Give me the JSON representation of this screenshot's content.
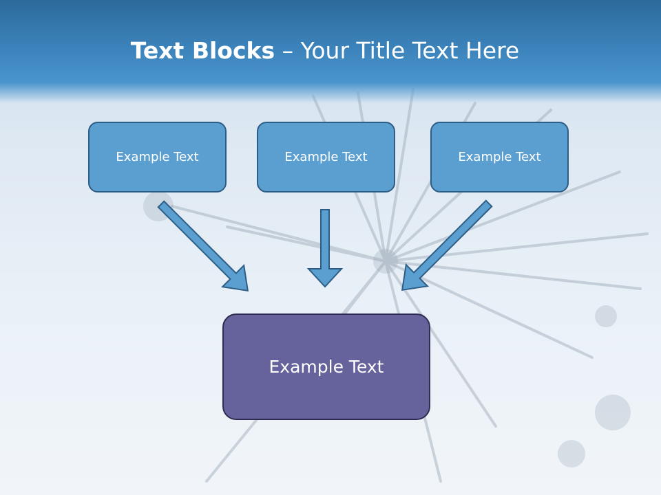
{
  "title": {
    "bold": "Text Blocks",
    "rest": " – Your Title Text Here"
  },
  "blocks": [
    {
      "label": "Example Text"
    },
    {
      "label": "Example Text"
    },
    {
      "label": "Example Text"
    }
  ],
  "main_block": {
    "label": "Example Text"
  },
  "colors": {
    "header": "#3b82ba",
    "block_fill": "#5b9fd0",
    "block_border": "#2c5d86",
    "main_fill": "#66629c",
    "arrow_fill": "#5b9fd0"
  }
}
